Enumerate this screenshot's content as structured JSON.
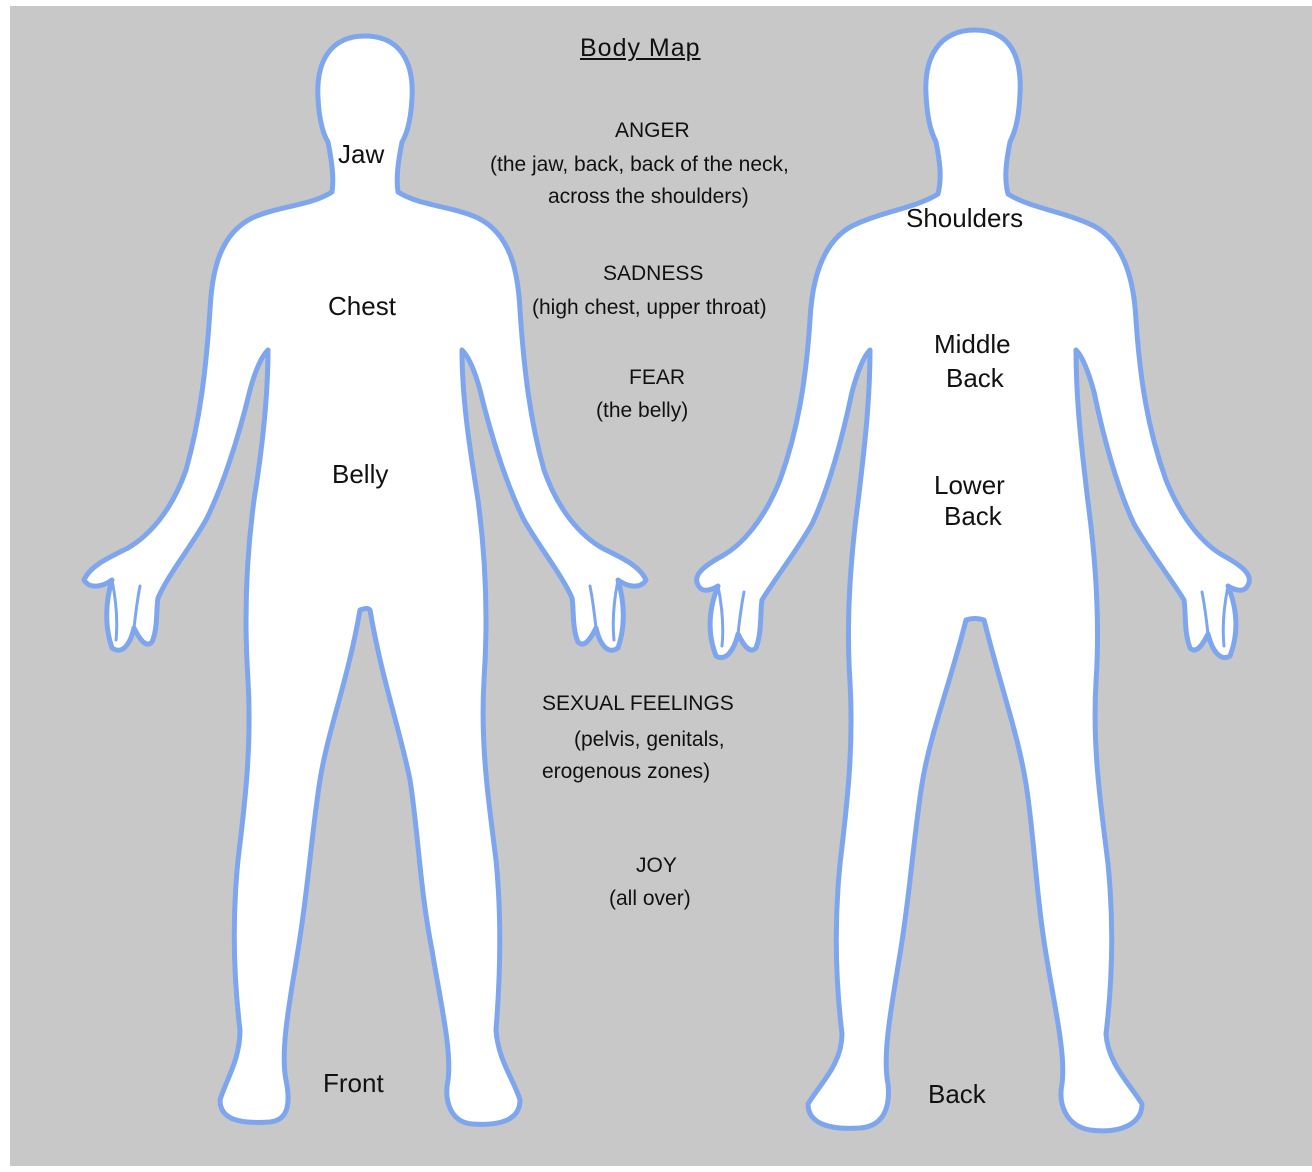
{
  "title": "Body Map",
  "colors": {
    "background": "#c8c8c8",
    "body_fill": "#ffffff",
    "body_outline": "#7ea6ee"
  },
  "front_labels": {
    "jaw": "Jaw",
    "chest": "Chest",
    "belly": "Belly",
    "view": "Front"
  },
  "back_labels": {
    "shoulders": "Shoulders",
    "middle_back_1": "Middle",
    "middle_back_2": "Back",
    "lower_back_1": "Lower",
    "lower_back_2": "Back",
    "view": "Back"
  },
  "emotions": [
    {
      "name": "ANGER",
      "desc_lines": [
        "(the jaw, back, back of the neck,",
        "across the shoulders)"
      ]
    },
    {
      "name": "SADNESS",
      "desc_lines": [
        "(high chest, upper throat)"
      ]
    },
    {
      "name": "FEAR",
      "desc_lines": [
        "(the belly)"
      ]
    },
    {
      "name": "SEXUAL FEELINGS",
      "desc_lines": [
        "(pelvis, genitals,",
        "erogenous zones)"
      ]
    },
    {
      "name": "JOY",
      "desc_lines": [
        "(all over)"
      ]
    }
  ]
}
